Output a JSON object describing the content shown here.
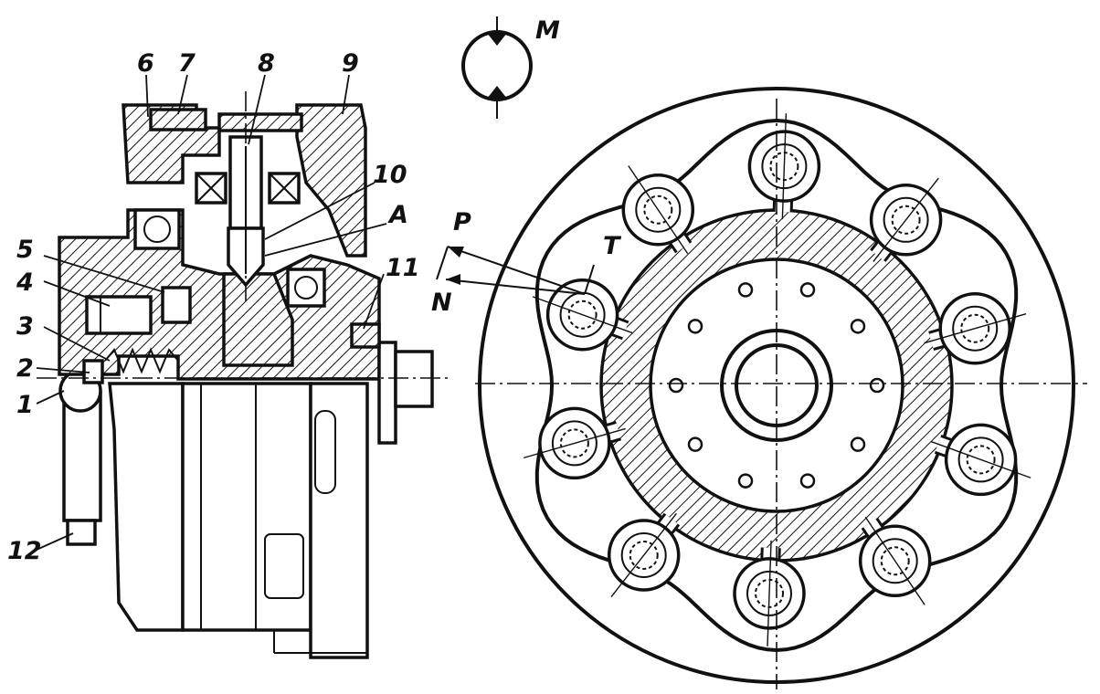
{
  "figure": {
    "symbol_label": "M",
    "section_labels": {
      "p1": "1",
      "p2": "2",
      "p3": "3",
      "p4": "4",
      "p5": "5",
      "p6": "6",
      "p7": "7",
      "p8": "8",
      "p9": "9",
      "p10": "10",
      "p11": "11",
      "p12": "12",
      "pA": "A"
    },
    "front_labels": {
      "force_P": "P",
      "force_N": "N",
      "force_T": "T"
    }
  }
}
